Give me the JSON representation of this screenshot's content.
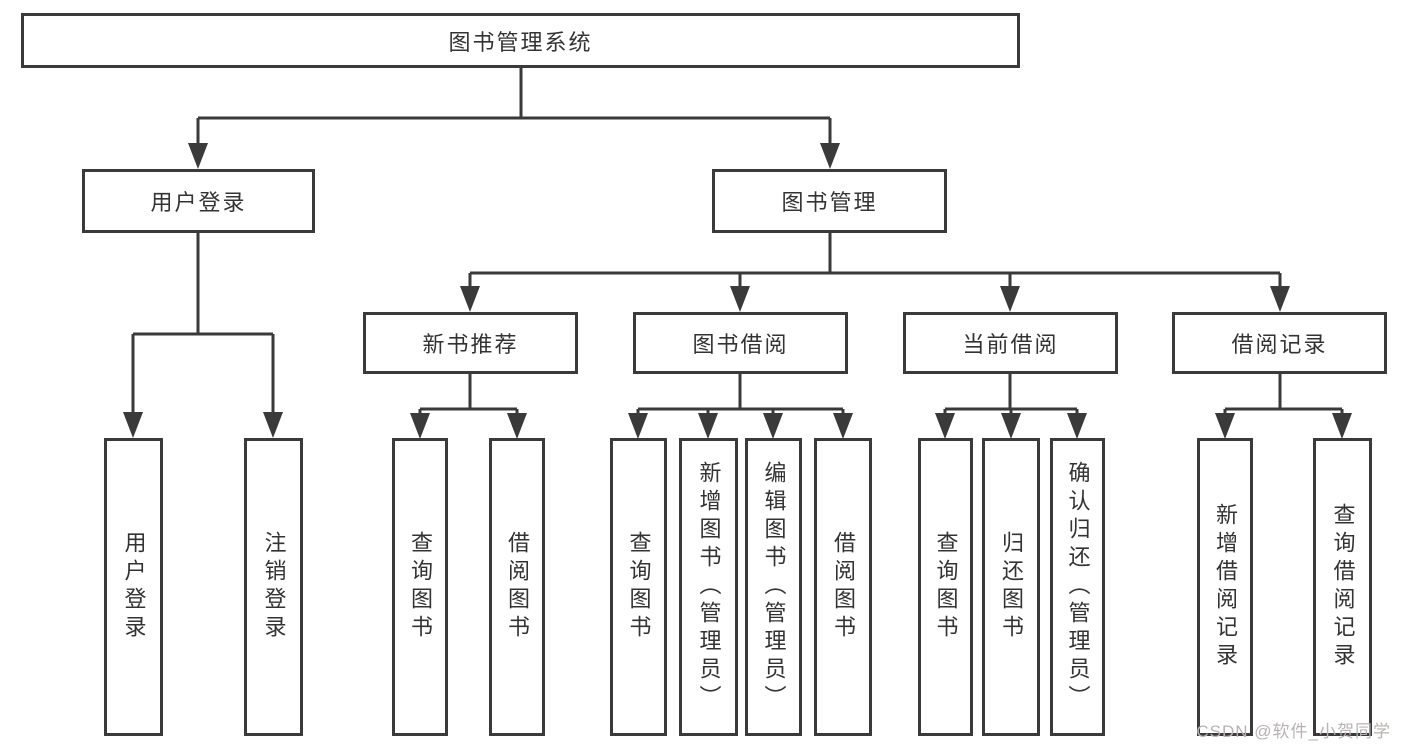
{
  "colors": {
    "line": "#3a3a3a",
    "text": "#333333",
    "watermark": "#b7b3b3",
    "background": "#ffffff"
  },
  "watermark": {
    "text": "CSDN @软件_小贺同学"
  },
  "diagram": {
    "type": "hierarchy-tree",
    "nodes": [
      {
        "id": "root",
        "label": "图书管理系统",
        "level": 1
      },
      {
        "id": "user-login",
        "label": "用户登录",
        "level": 2
      },
      {
        "id": "book-mgmt",
        "label": "图书管理",
        "level": 2
      },
      {
        "id": "new-book-rec",
        "label": "新书推荐",
        "level": 3
      },
      {
        "id": "book-borrow",
        "label": "图书借阅",
        "level": 3
      },
      {
        "id": "current-borrow",
        "label": "当前借阅",
        "level": 3
      },
      {
        "id": "borrow-records",
        "label": "借阅记录",
        "level": 3
      },
      {
        "id": "leaf-user-login",
        "label": "用户登录",
        "level": 4
      },
      {
        "id": "leaf-logout",
        "label": "注销登录",
        "level": 4
      },
      {
        "id": "leaf-query-book-1",
        "label": "查询图书",
        "level": 4
      },
      {
        "id": "leaf-borrow-book-1",
        "label": "借阅图书",
        "level": 4
      },
      {
        "id": "leaf-query-book-2",
        "label": "查询图书",
        "level": 4
      },
      {
        "id": "leaf-add-book",
        "label": "新增图书（管理员）",
        "level": 4
      },
      {
        "id": "leaf-edit-book",
        "label": "编辑图书（管理员）",
        "level": 4
      },
      {
        "id": "leaf-borrow-book-2",
        "label": "借阅图书",
        "level": 4
      },
      {
        "id": "leaf-query-book-3",
        "label": "查询图书",
        "level": 4
      },
      {
        "id": "leaf-return-book",
        "label": "归还图书",
        "level": 4
      },
      {
        "id": "leaf-confirm-return",
        "label": "确认归还（管理员）",
        "level": 4
      },
      {
        "id": "leaf-add-borrow-record",
        "label": "新增借阅记录",
        "level": 4
      },
      {
        "id": "leaf-query-borrow-record",
        "label": "查询借阅记录",
        "level": 4
      }
    ]
  }
}
